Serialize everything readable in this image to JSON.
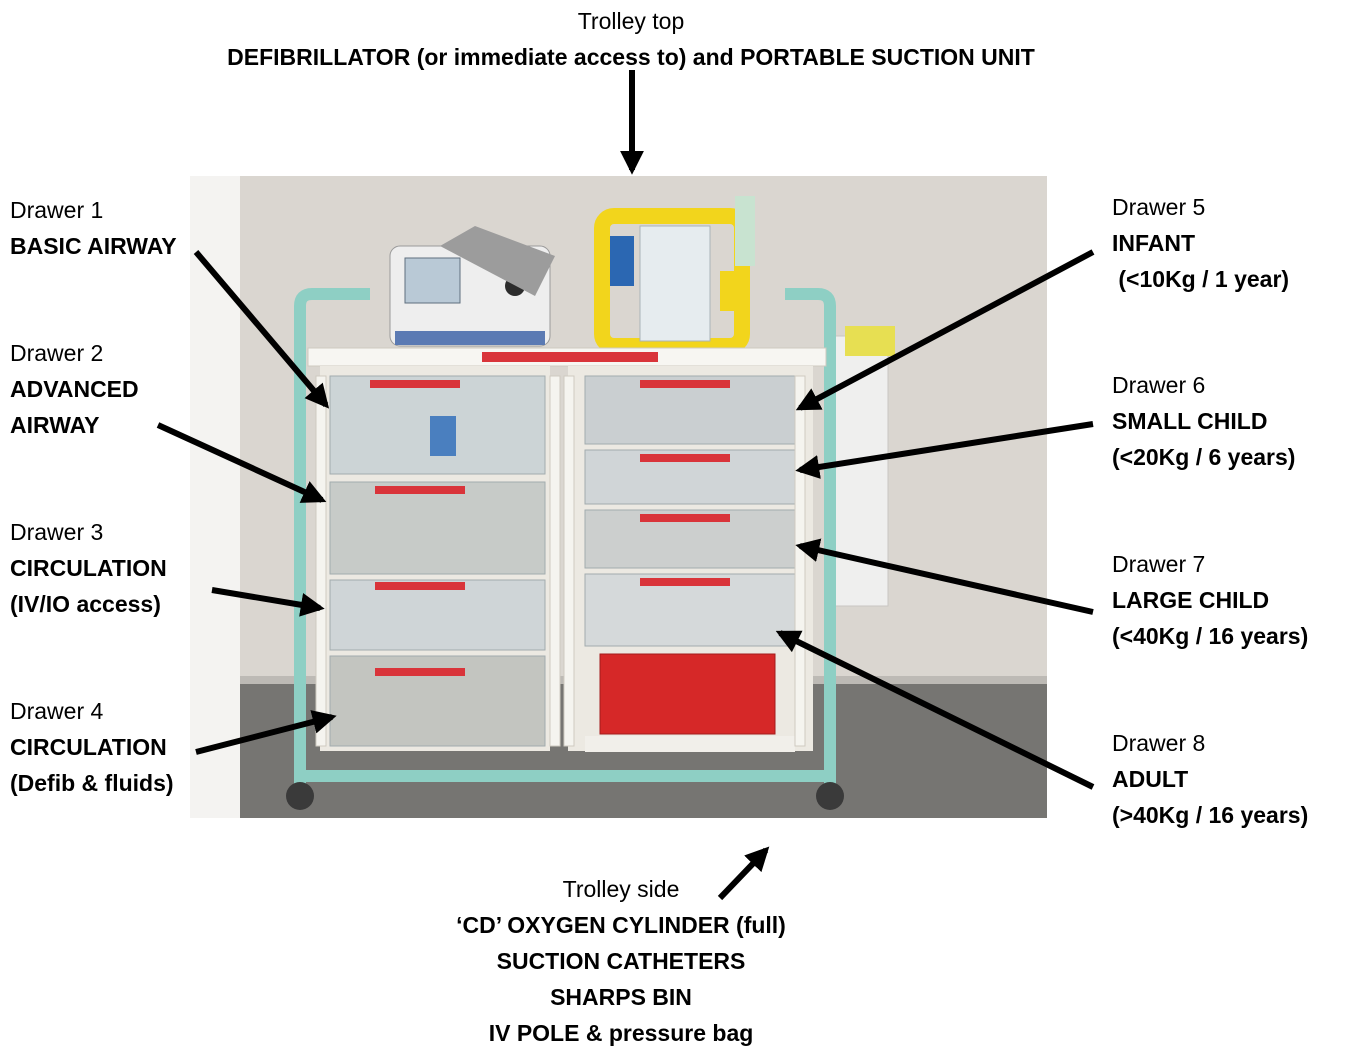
{
  "top": {
    "title": "Trolley top",
    "line1": "DEFIBRILLATOR (or immediate access to) and PORTABLE SUCTION UNIT"
  },
  "drawers": [
    {
      "title": "Drawer 1",
      "lines": [
        "BASIC AIRWAY"
      ]
    },
    {
      "title": "Drawer 2",
      "lines": [
        "ADVANCED",
        "AIRWAY"
      ]
    },
    {
      "title": "Drawer 3",
      "lines": [
        "CIRCULATION",
        "(IV/IO access)"
      ]
    },
    {
      "title": "Drawer 4",
      "lines": [
        "CIRCULATION",
        "(Defib & fluids)"
      ]
    },
    {
      "title": "Drawer 5",
      "lines": [
        "INFANT",
        " (<10Kg / 1 year)"
      ]
    },
    {
      "title": "Drawer 6",
      "lines": [
        "SMALL CHILD",
        "(<20Kg / 6 years)"
      ]
    },
    {
      "title": "Drawer 7",
      "lines": [
        "LARGE CHILD",
        "(<40Kg / 16 years)"
      ]
    },
    {
      "title": "Drawer 8",
      "lines": [
        "ADULT",
        "(>40Kg / 16 years)"
      ]
    }
  ],
  "side": {
    "title": "Trolley side",
    "lines": [
      "‘CD’ OXYGEN CYLINDER (full)",
      "SUCTION CATHETERS",
      "SHARPS BIN",
      "IV POLE & pressure bag"
    ]
  },
  "colors": {
    "frame": "#8ecfc4",
    "wall": "#d9d5cf",
    "floor": "#6e6d6b",
    "sharps_bin": "#d62828",
    "drawer_label": "#d9343a",
    "suction_unit": "#f2d51c",
    "arrow": "#000000"
  }
}
